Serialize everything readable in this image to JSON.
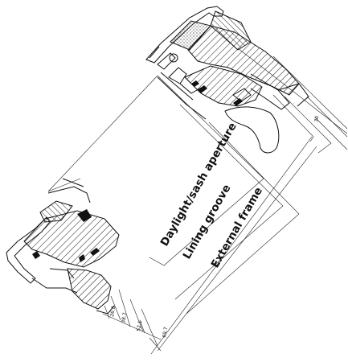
{
  "labels": {
    "daylight": "Daylight/sash aperture",
    "lining": "Lining groove",
    "external": "External frame"
  },
  "dimensions": {
    "d1": "26.8",
    "d2": "38.7",
    "d3": "52.1",
    "d4": "69.7",
    "d5": "30"
  },
  "colors": {
    "line": "#111111",
    "background": "#ffffff"
  }
}
